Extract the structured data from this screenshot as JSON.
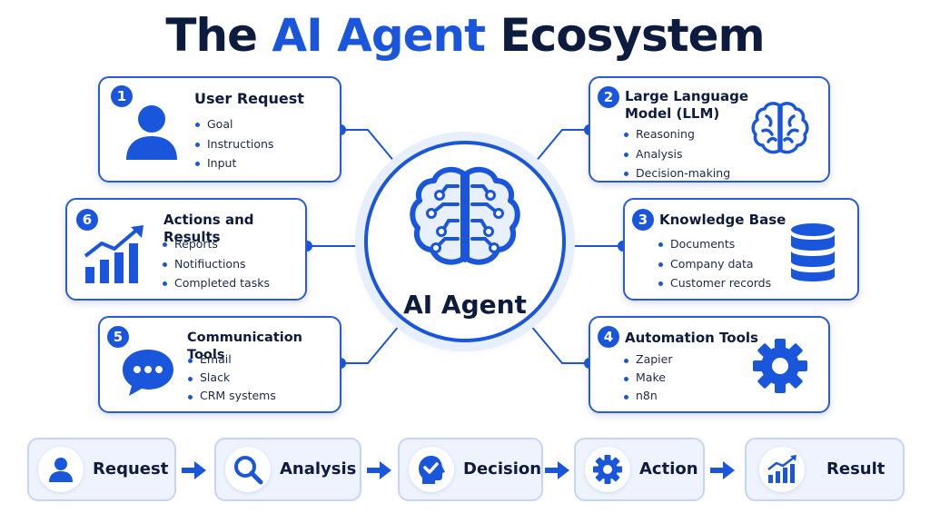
{
  "title": {
    "part1": "The",
    "accent": "AI Agent",
    "part2": "Ecosystem"
  },
  "center": {
    "label": "AI Agent",
    "icon": "brain-circuit-icon"
  },
  "cards": [
    {
      "number": "1",
      "title": "User Request",
      "items": [
        "Goal",
        "Instructions",
        "Input"
      ],
      "icon": "user-icon"
    },
    {
      "number": "2",
      "title_lines": [
        "Large Language",
        "Model (LLM)"
      ],
      "items": [
        "Reasoning",
        "Analysis",
        "Decision-making"
      ],
      "icon": "brain-icon"
    },
    {
      "number": "3",
      "title": "Knowledge Base",
      "items": [
        "Documents",
        "Company data",
        "Customer records"
      ],
      "icon": "database-icon"
    },
    {
      "number": "4",
      "title": "Automation Tools",
      "items": [
        "Zapier",
        "Make",
        "n8n"
      ],
      "icon": "gear-icon"
    },
    {
      "number": "5",
      "title": "Communication Tools",
      "items": [
        "Email",
        "Slack",
        "CRM systems"
      ],
      "icon": "chat-bubble-icon"
    },
    {
      "number": "6",
      "title": "Actions and Results",
      "items": [
        "Reports",
        "Notifiuctions",
        "Completed tasks"
      ],
      "icon": "growth-chart-icon"
    }
  ],
  "flow": [
    {
      "label": "Request",
      "icon": "user-icon"
    },
    {
      "label": "Analysis",
      "icon": "search-icon"
    },
    {
      "label": "Decision",
      "icon": "head-check-icon"
    },
    {
      "label": "Action",
      "icon": "gear-icon"
    },
    {
      "label": "Result",
      "icon": "growth-chart-icon"
    }
  ],
  "colors": {
    "accent": "#1a56db",
    "navy": "#0d1b3e",
    "flow_bg": "#eef3fd"
  }
}
